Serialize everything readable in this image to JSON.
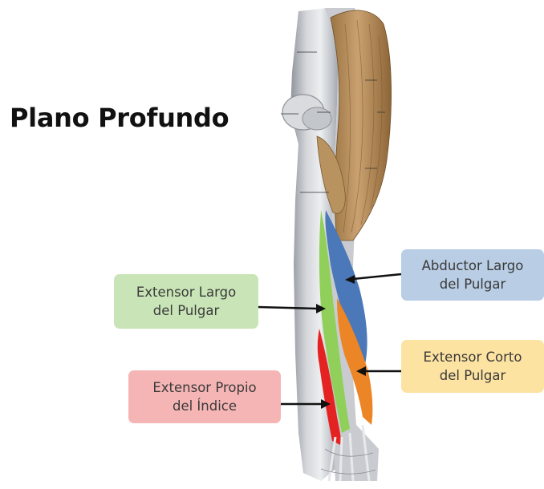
{
  "title": "Plano Profundo",
  "labels": {
    "extensor_largo": {
      "line1": "Extensor Largo",
      "line2": "del Pulgar",
      "color": "#c9e5b7"
    },
    "abductor_largo": {
      "line1": "Abductor Largo",
      "line2": "del Pulgar",
      "color": "#b9cde4"
    },
    "extensor_corto": {
      "line1": "Extensor Corto",
      "line2": "del Pulgar",
      "color": "#fde3a2"
    },
    "extensor_propio": {
      "line1": "Extensor Propio",
      "line2": "del Índice",
      "color": "#f6b5b5"
    }
  },
  "muscle_colors": {
    "extensor_largo": "#90d05a",
    "abductor_largo": "#4a78b8",
    "extensor_corto": "#ec8526",
    "extensor_propio": "#e52222"
  }
}
